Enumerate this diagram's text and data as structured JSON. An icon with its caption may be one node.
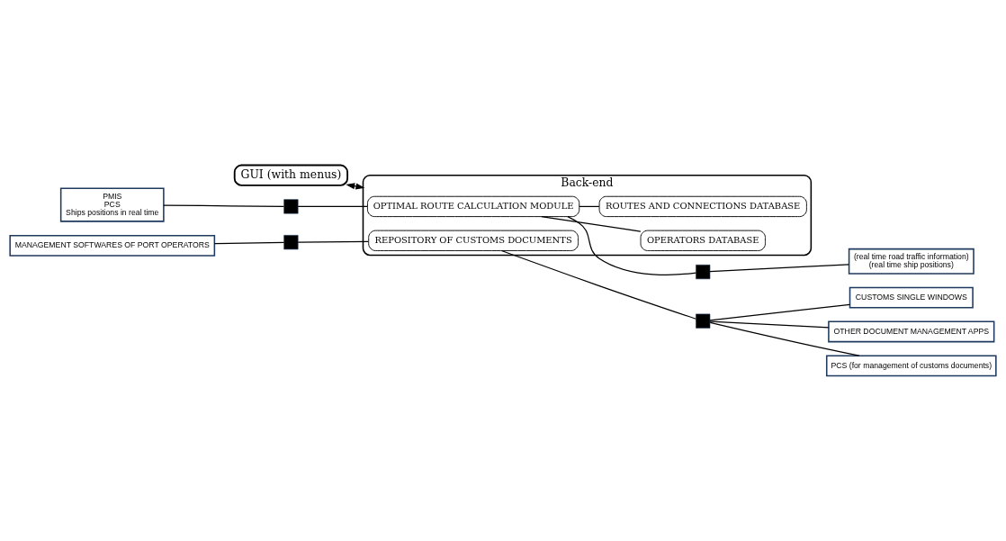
{
  "diagram": {
    "nodes": [
      {
        "text": [
          "GUI (with menus)"
        ]
      },
      {
        "text": [
          "Back-end"
        ]
      },
      {
        "text": [
          "OPTIMAL ROUTE CALCULATION MODULE"
        ],
        "in": 1
      },
      {
        "text": [
          "OPERATORS DATABASE"
        ],
        "in": 1
      },
      {
        "text": [
          "ROUTES AND CONNECTIONS DATABASE"
        ],
        "in": 1
      },
      {
        "text": [
          "REPOSITORY OF CUSTOMS DOCUMENTS"
        ],
        "in": 1
      },
      {
        "text": [
          "PMIS",
          "PCS",
          "Ships positions in real time"
        ]
      },
      {
        "text": [],
        "shape": "box"
      },
      {
        "text": [],
        "shape": "box"
      },
      {
        "text": [
          "(real time road traffic information)",
          "(real time ship positions)"
        ]
      },
      {
        "text": [
          "MANAGEMENT SOFTWARES OF PORT OPERATORS"
        ]
      },
      {
        "text": [],
        "shape": "box"
      },
      {
        "text": [],
        "shape": "box"
      },
      {
        "text": [
          "CUSTOMS SINGLE WINDOWS"
        ]
      },
      {
        "text": [
          "OTHER DOCUMENT MANAGEMENT APPS"
        ]
      },
      {
        "text": [
          "PCS (for management of customs documents)"
        ]
      }
    ],
    "edges": [
      {
        "from": 0,
        "to": 1,
        "arrow": "both"
      },
      {
        "from": 6,
        "to": 7,
        "arrow": "none"
      },
      {
        "from": 7,
        "to": 2,
        "arrow": "none"
      },
      {
        "from": 2,
        "to": 8,
        "arrow": "none"
      },
      {
        "from": 8,
        "to": 9,
        "arrow": "none"
      },
      {
        "from": 2,
        "to": 3,
        "arrow": "none"
      },
      {
        "from": 2,
        "to": 4,
        "arrow": "none"
      },
      {
        "from": 10,
        "to": 11,
        "arrow": "none"
      },
      {
        "from": 11,
        "to": 5,
        "arrow": "none"
      },
      {
        "from": 5,
        "to": 12,
        "arrow": "none"
      },
      {
        "from": 12,
        "to": 13,
        "arrow": "none"
      },
      {
        "from": 12,
        "to": 14,
        "arrow": "none"
      },
      {
        "from": 12,
        "to": 15,
        "arrow": "none"
      }
    ]
  }
}
